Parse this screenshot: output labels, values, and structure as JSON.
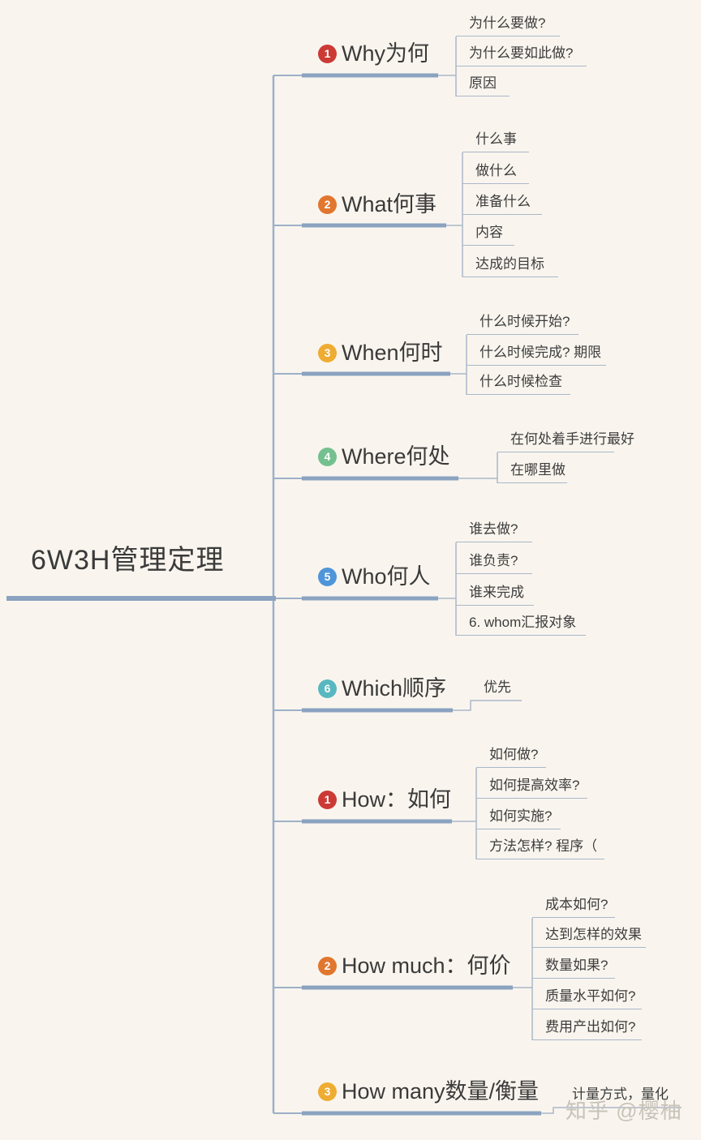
{
  "center": {
    "label": "6W3H管理定理"
  },
  "watermark": "知乎 @樱柚",
  "colors": {
    "background": "#f9f5ee",
    "line_thick": "#8ba2c0",
    "line_thin": "#aab7c9",
    "text": "#3a3a3a",
    "badge_red": "#cb3a35",
    "badge_orange": "#e1762f",
    "badge_gold": "#eeac32",
    "badge_green": "#74c08f",
    "badge_blue": "#4e95d9",
    "badge_teal": "#58b8c0",
    "watermark_color": "#c8c3b9"
  },
  "branches": [
    {
      "num": "1",
      "color": "#cb3a35",
      "label": "Why为何",
      "children": [
        "为什么要做?",
        "为什么要如此做?",
        "原因"
      ]
    },
    {
      "num": "2",
      "color": "#e1762f",
      "label": "What何事",
      "children": [
        "什么事",
        "做什么",
        "准备什么",
        "内容",
        "达成的目标"
      ]
    },
    {
      "num": "3",
      "color": "#eeac32",
      "label": "When何时",
      "children": [
        "什么时候开始?",
        "什么时候完成? 期限",
        "什么时候检查"
      ]
    },
    {
      "num": "4",
      "color": "#74c08f",
      "label": "Where何处",
      "children": [
        "在何处着手进行最好",
        "在哪里做"
      ]
    },
    {
      "num": "5",
      "color": "#4e95d9",
      "label": "Who何人",
      "children": [
        "谁去做?",
        "谁负责?",
        "谁来完成",
        "6. whom汇报对象"
      ]
    },
    {
      "num": "6",
      "color": "#58b8c0",
      "label": "Which顺序",
      "children": [
        "优先"
      ]
    },
    {
      "num": "1",
      "color": "#cb3a35",
      "label": "How：如何",
      "children": [
        "如何做?",
        "如何提高效率?",
        "如何实施?",
        "方法怎样? 程序（"
      ]
    },
    {
      "num": "2",
      "color": "#e1762f",
      "label": "How much：何价",
      "children": [
        "成本如何?",
        "达到怎样的效果",
        "数量如果?",
        "质量水平如何?",
        "费用产出如何?"
      ]
    },
    {
      "num": "3",
      "color": "#eeac32",
      "label": "How many数量/衡量",
      "children": [
        "计量方式，量化"
      ]
    }
  ]
}
